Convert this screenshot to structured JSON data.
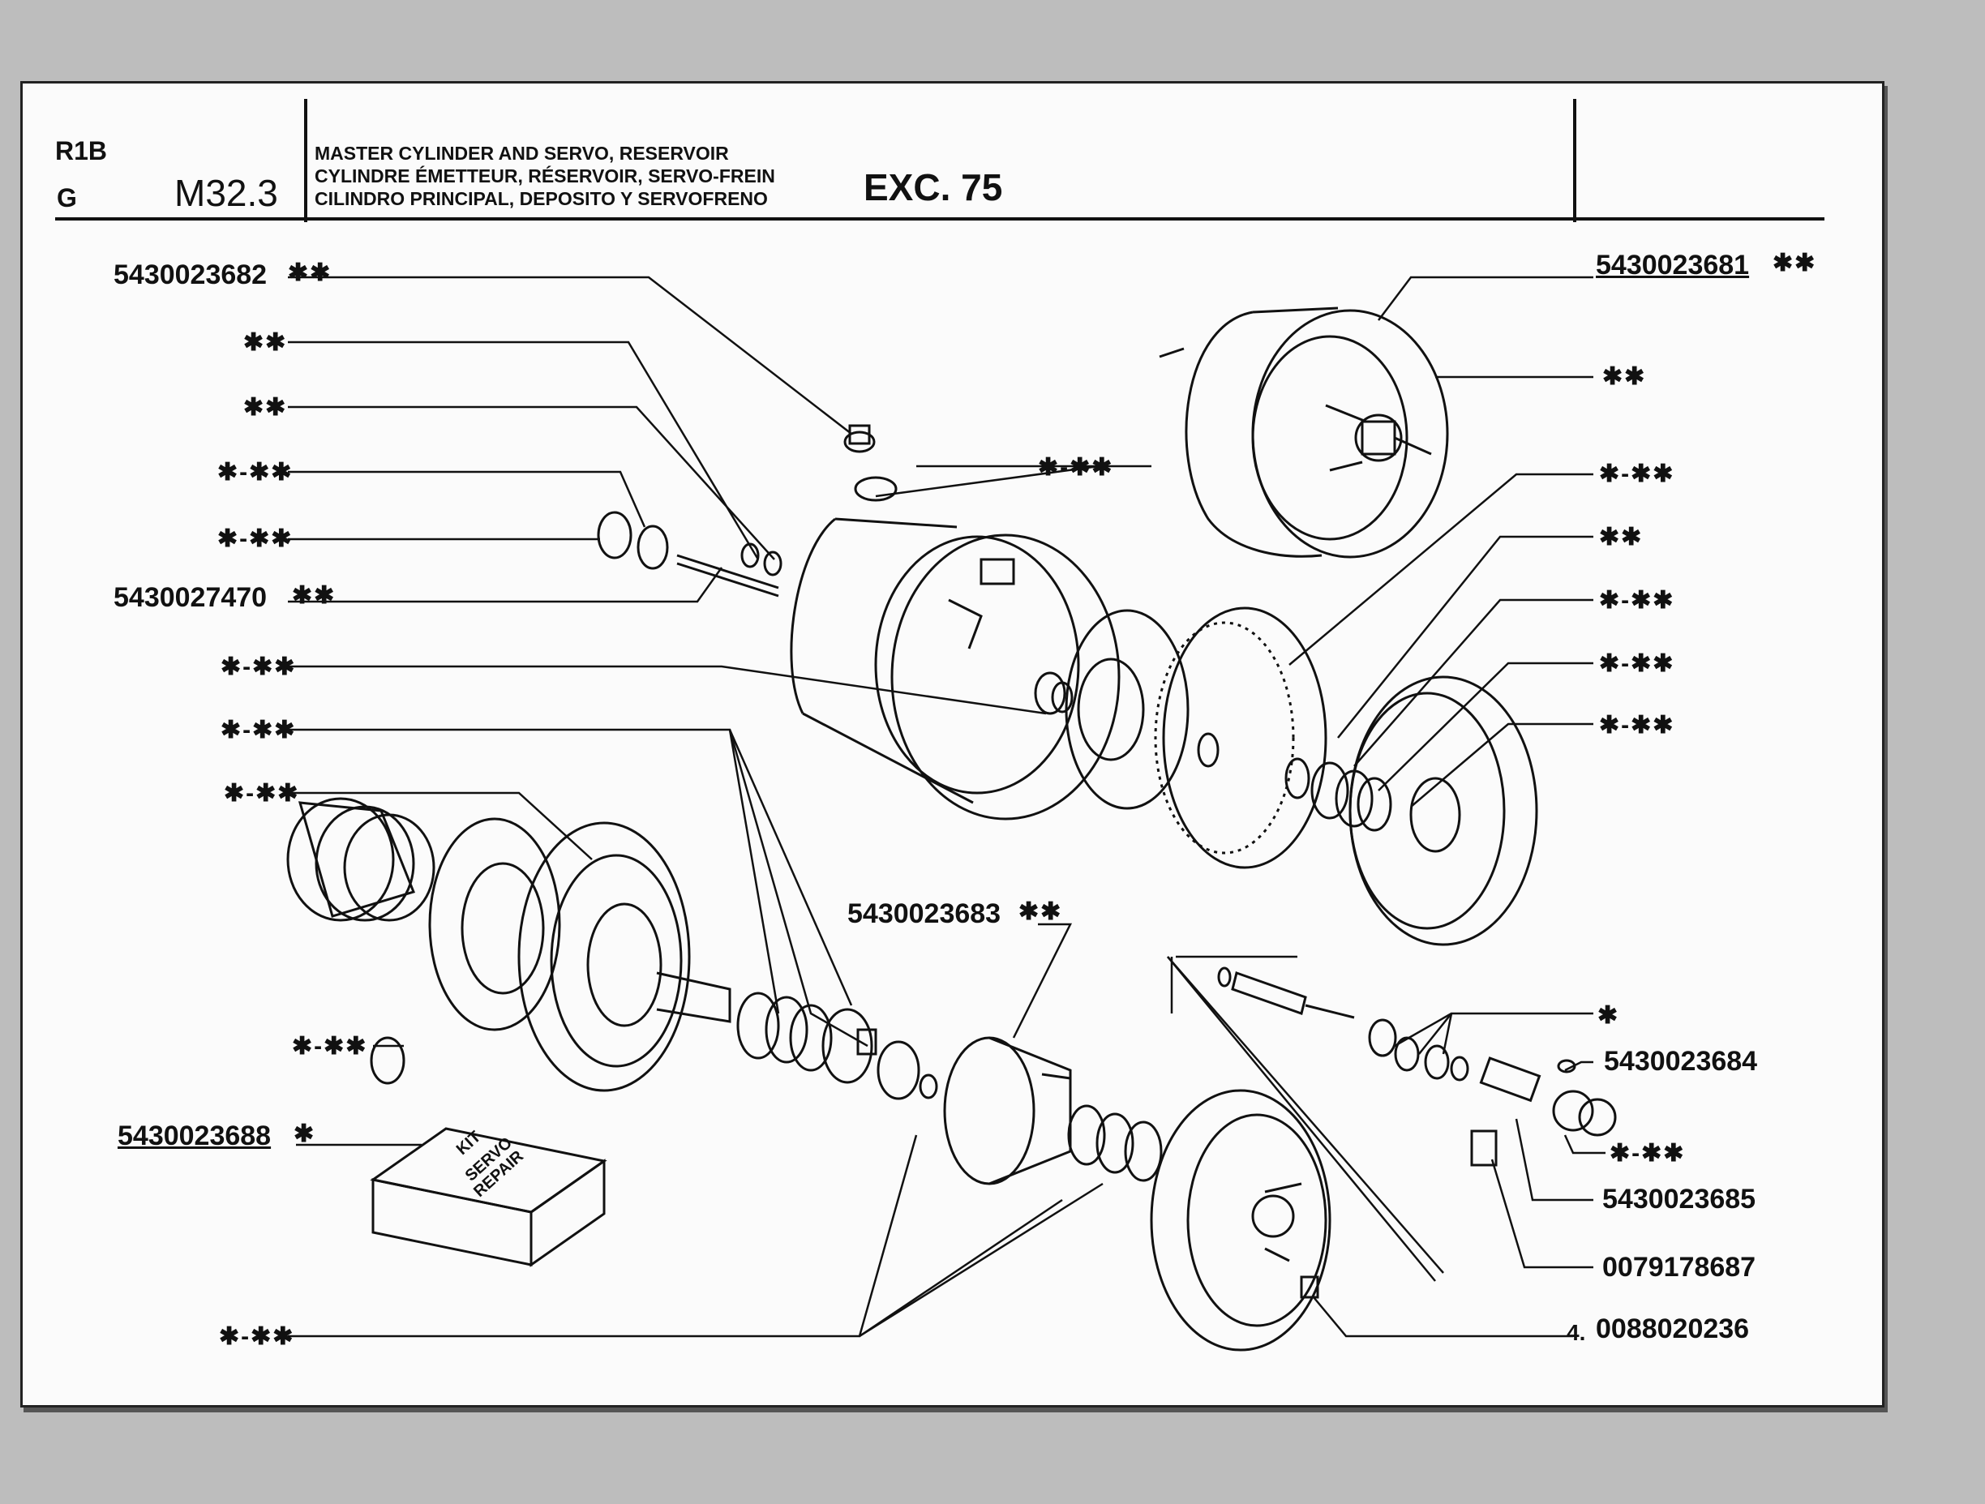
{
  "header": {
    "model_code": "R1B",
    "group_code": "G",
    "section": "M32.3",
    "title_lines": [
      "MASTER CYLINDER AND SERVO, RESERVOIR",
      "CYLINDRE ÉMETTEUR, RÉSERVOIR, SERVO-FREIN",
      "CILINDRO PRINCIPAL, DEPOSITO Y SERVOFRENO"
    ],
    "exception": "EXC. 75"
  },
  "callouts_left": [
    {
      "num": "5430023682",
      "mark": "✱✱"
    },
    {
      "num": "",
      "mark": "✱✱"
    },
    {
      "num": "",
      "mark": "✱✱"
    },
    {
      "num": "",
      "mark": "✱-✱✱"
    },
    {
      "num": "",
      "mark": "✱-✱✱"
    },
    {
      "num": "5430027470",
      "mark": "✱✱"
    },
    {
      "num": "",
      "mark": "✱-✱✱"
    },
    {
      "num": "",
      "mark": "✱-✱✱"
    },
    {
      "num": "",
      "mark": "✱-✱✱"
    },
    {
      "num": "",
      "mark": "✱-✱✱"
    },
    {
      "num": "5430023688",
      "mark": "✱"
    },
    {
      "num": "",
      "mark": "✱-✱✱"
    }
  ],
  "callouts_right": [
    {
      "num": "5430023681",
      "mark": "✱✱"
    },
    {
      "num": "",
      "mark": "✱✱"
    },
    {
      "num": "",
      "mark": "✱-✱✱"
    },
    {
      "num": "",
      "mark": "✱✱"
    },
    {
      "num": "",
      "mark": "✱-✱✱"
    },
    {
      "num": "",
      "mark": "✱-✱✱"
    },
    {
      "num": "",
      "mark": "✱-✱✱"
    },
    {
      "num": "",
      "mark": "✱"
    },
    {
      "num": "5430023684",
      "mark": ""
    },
    {
      "num": "",
      "mark": "✱-✱✱"
    },
    {
      "num": "5430023685",
      "mark": ""
    },
    {
      "num": "0079178687",
      "mark": ""
    },
    {
      "num": "0088020236",
      "mark": "4."
    }
  ],
  "callouts_center": [
    {
      "num": "",
      "mark": "✱-✱✱"
    },
    {
      "num": "5430023683",
      "mark": "✱✱"
    }
  ],
  "kit_box_lines": [
    "KIT",
    "SERVO",
    "REPAIR"
  ]
}
